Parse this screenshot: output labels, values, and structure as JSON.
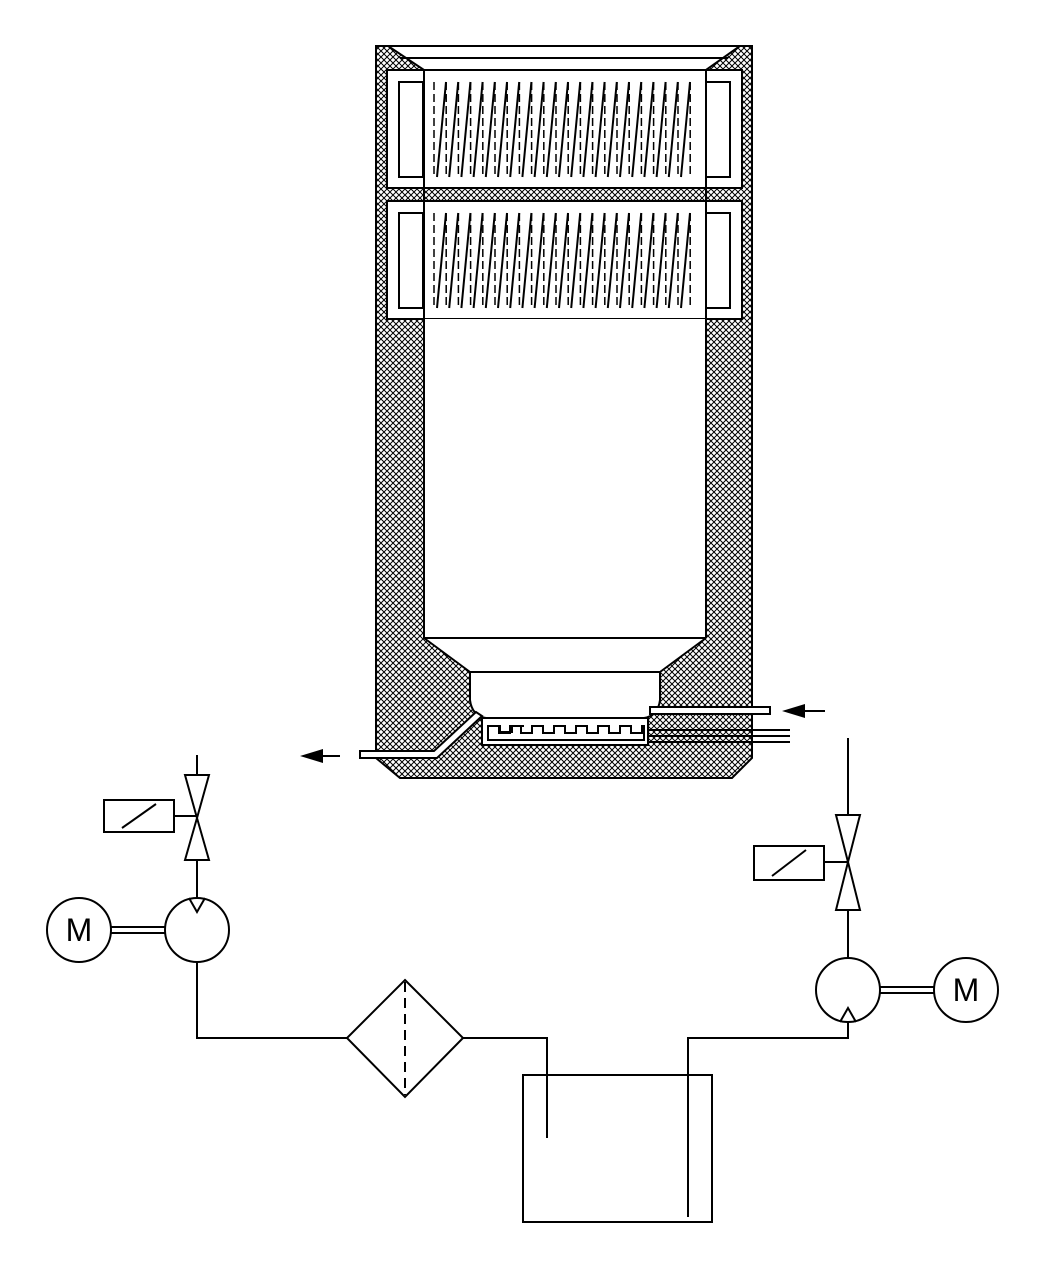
{
  "diagram": {
    "motor_left_label": "M",
    "motor_right_label": "M",
    "colors": {
      "line": "#000000",
      "background": "#ffffff"
    },
    "coil_rows": 2,
    "coil_turns_per_row": 22
  }
}
